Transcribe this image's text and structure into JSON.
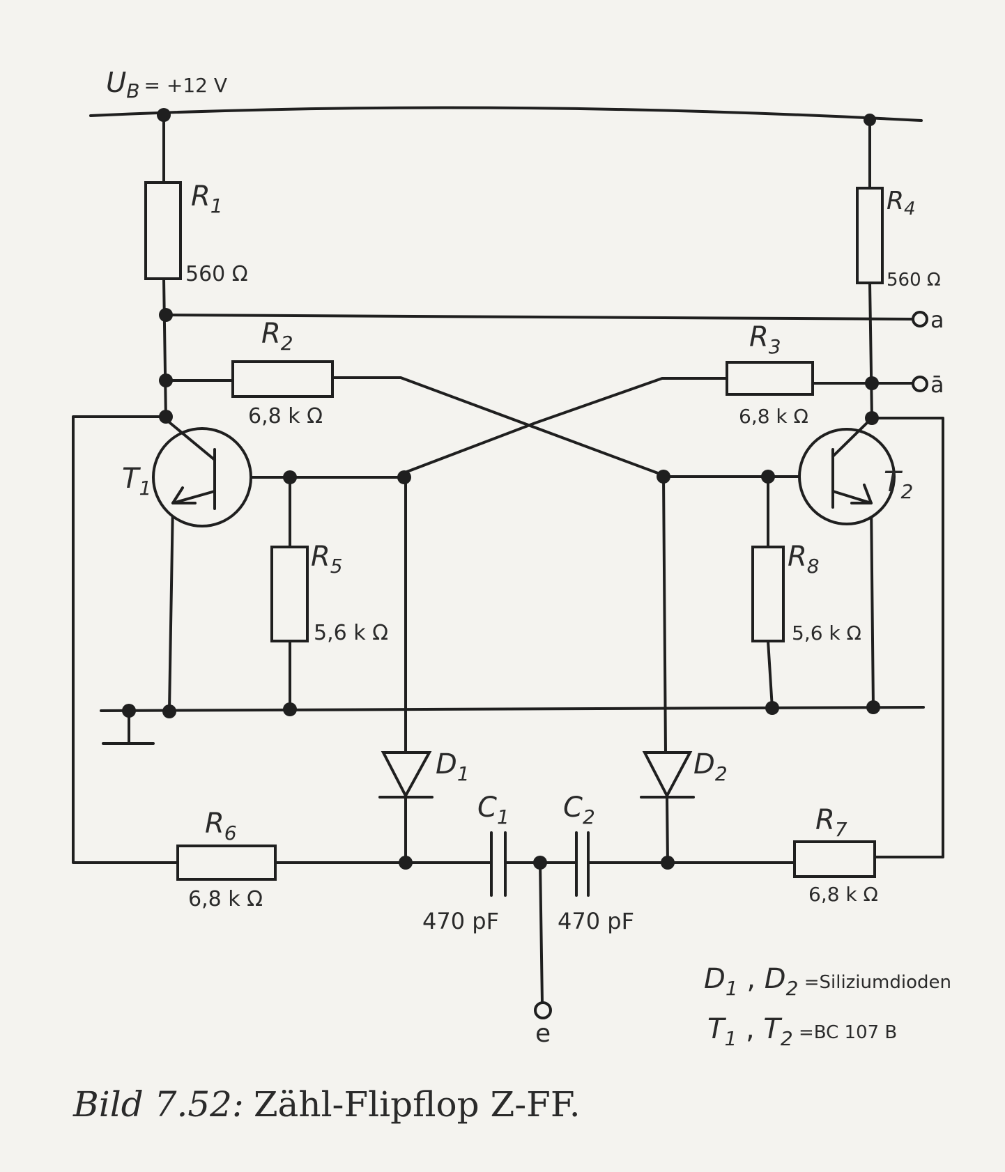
{
  "supply": {
    "label": "U",
    "sub": "B",
    "value": "= +12 V"
  },
  "resistors": {
    "r1": {
      "name": "R",
      "sub": "1",
      "value": "560 Ω"
    },
    "r2": {
      "name": "R",
      "sub": "2",
      "value": "6,8 k Ω"
    },
    "r3": {
      "name": "R",
      "sub": "3",
      "value": "6,8 k Ω"
    },
    "r4": {
      "name": "R",
      "sub": "4",
      "value": "560 Ω"
    },
    "r5": {
      "name": "R",
      "sub": "5",
      "value": "5,6 k Ω"
    },
    "r6": {
      "name": "R",
      "sub": "6",
      "value": "6,8 k Ω"
    },
    "r7": {
      "name": "R",
      "sub": "7",
      "value": "6,8 k Ω"
    },
    "r8": {
      "name": "R",
      "sub": "8",
      "value": "5,6 k Ω"
    }
  },
  "transistors": {
    "t1": {
      "name": "T",
      "sub": "1"
    },
    "t2": {
      "name": "T",
      "sub": "2"
    }
  },
  "diodes": {
    "d1": {
      "name": "D",
      "sub": "1"
    },
    "d2": {
      "name": "D",
      "sub": "2"
    }
  },
  "capacitors": {
    "c1": {
      "name": "C",
      "sub": "1",
      "value": "470 pF"
    },
    "c2": {
      "name": "C",
      "sub": "2",
      "value": "470 pF"
    }
  },
  "terminals": {
    "out_a": "a",
    "out_a_bar": "ā",
    "input_e": "e"
  },
  "notes": {
    "diodes": {
      "n1": "D",
      "s1": "1",
      "sep": " , ",
      "n2": "D",
      "s2": "2",
      "text": " =Siliziumdioden"
    },
    "transistors": {
      "n1": "T",
      "s1": "1",
      "sep": " , ",
      "n2": "T",
      "s2": "2",
      "text": " =BC 107 B"
    }
  },
  "caption": {
    "number": "Bild 7.52:",
    "title": "Zähl-Flipflop Z-FF."
  }
}
